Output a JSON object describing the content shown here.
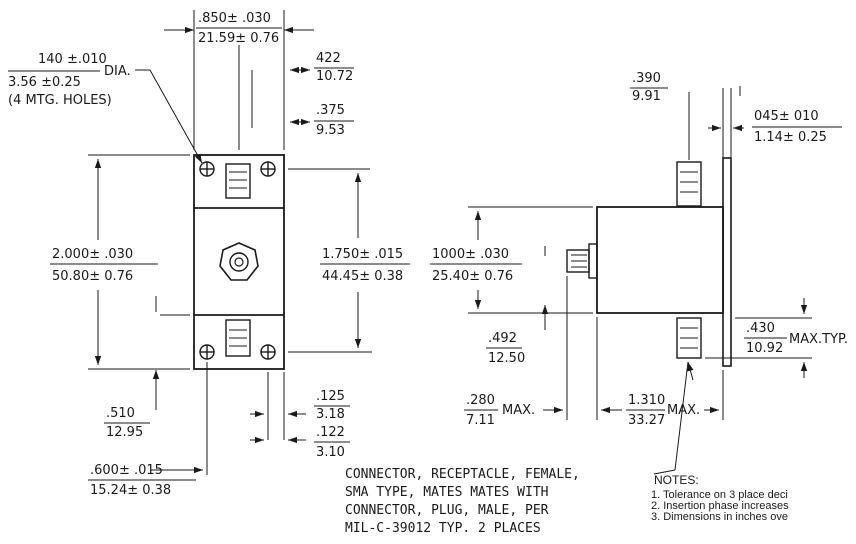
{
  "diagram": {
    "front_view": {
      "top_width": {
        "inch": ".850± .030",
        "mm": "21.59± 0.76"
      },
      "mounting_hole": {
        "inch": "140 ±.010",
        "mm": "3.56 ±0.25",
        "suffix": "DIA.",
        "note": "(4 MTG. HOLES)"
      },
      "top_offset_a": {
        "inch": "422",
        "mm": "10.72"
      },
      "top_offset_b": {
        "inch": ".375",
        "mm": "9.53"
      },
      "height_overall": {
        "inch": "2.000± .030",
        "mm": "50.80± 0.76"
      },
      "height_inner": {
        "inch": "1.750± .015",
        "mm": "44.45± 0.38"
      },
      "bottom_offset": {
        "inch": ".510",
        "mm": "12.95"
      },
      "right_offset_a": {
        "inch": ".125",
        "mm": "3.18"
      },
      "right_offset_b": {
        "inch": ".122",
        "mm": "3.10"
      },
      "hole_spacing": {
        "inch": ".600± .015",
        "mm": "15.24± 0.38"
      }
    },
    "side_view": {
      "top_offset": {
        "inch": ".390",
        "mm": "9.91"
      },
      "flange_thickness": {
        "inch": "045± 010",
        "mm": "1.14± 0.25"
      },
      "body_height": {
        "inch": "1000± .030",
        "mm": "25.40± 0.76"
      },
      "center_offset": {
        "inch": ".492",
        "mm": "12.50"
      },
      "connector_length": {
        "inch": ".430",
        "mm": "10.92",
        "suffix": "MAX.TYP."
      },
      "knob_length": {
        "inch": ".280",
        "mm": "7.11",
        "suffix": "MAX."
      },
      "body_depth": {
        "inch": "1.310",
        "mm": "33.27",
        "suffix": "MAX."
      }
    },
    "connector_note": [
      "CONNECTOR, RECEPTACLE, FEMALE,",
      "SMA TYPE, MATES MATES WITH",
      "CONNECTOR, PLUG, MALE, PER",
      "MIL-C-39012 TYP. 2 PLACES"
    ],
    "notes": {
      "title": "NOTES:",
      "items": [
        "1. Tolerance on 3 place deci",
        "2. Insertion phase increases",
        "3. Dimensions in inches ove"
      ]
    }
  }
}
